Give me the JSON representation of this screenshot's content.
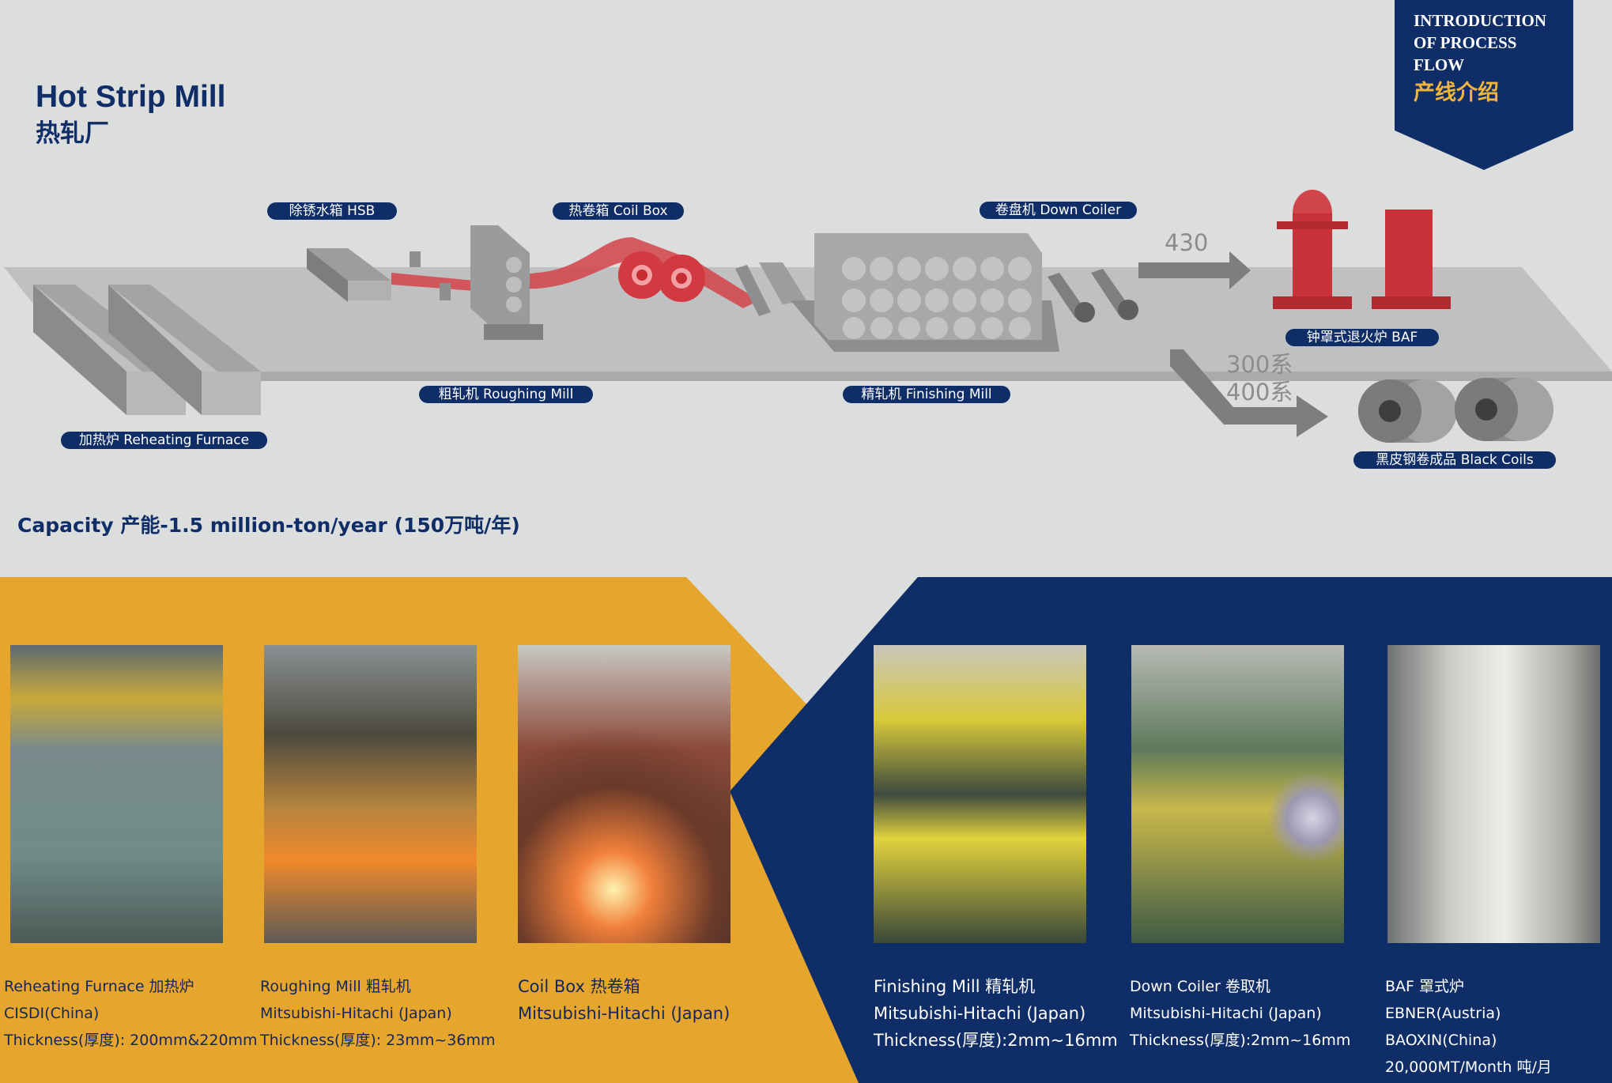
{
  "header": {
    "title": "Hot Strip Mill",
    "title_zh": "热轧厂"
  },
  "badge": {
    "line1": "INTRODUCTION",
    "line2": "OF PROCESS",
    "line3": "FLOW",
    "zh": "产线介绍"
  },
  "flow_labels": {
    "hsb": "除锈水箱  HSB",
    "coil_box": "热卷箱  Coil Box",
    "down_coiler": "卷盘机  Down Coiler",
    "roughing_mill": "粗轧机   Roughing Mill",
    "finishing_mill": "精轧机   Finishing Mill",
    "reheating_furnace": "加热炉   Reheating Furnace",
    "baf": "钟罩式退火炉   BAF",
    "black_coils": "黑皮钢卷成品  Black Coils"
  },
  "routes": {
    "r430": "430",
    "r300": "300系",
    "r400": "400系"
  },
  "capacity": "Capacity 产能-1.5 million-ton/year (150万吨/年)",
  "colors": {
    "navy": "#0f2d66",
    "orange": "#e6a52c",
    "gray": "#dcdddd",
    "red": "#c8282e"
  },
  "equipment": [
    {
      "name": "Reheating Furnace 加热炉",
      "lines": [
        "CISDI(China)",
        "Thickness(厚度): 200mm&220mm"
      ]
    },
    {
      "name": "Roughing Mill 粗轧机",
      "lines": [
        "Mitsubishi-Hitachi (Japan)",
        "Thickness(厚度): 23mm~36mm"
      ]
    },
    {
      "name": "Coil Box 热卷箱",
      "lines": [
        "Mitsubishi-Hitachi (Japan)"
      ]
    },
    {
      "name": "Finishing Mill 精轧机",
      "lines": [
        "Mitsubishi-Hitachi (Japan)",
        "Thickness(厚度):2mm~16mm"
      ]
    },
    {
      "name": "Down Coiler 卷取机",
      "lines": [
        "Mitsubishi-Hitachi (Japan)",
        "Thickness(厚度):2mm~16mm"
      ]
    },
    {
      "name": "BAF 罩式炉",
      "lines": [
        "EBNER(Austria)",
        "BAOXIN(China)",
        "20,000MT/Month 吨/月"
      ]
    }
  ]
}
